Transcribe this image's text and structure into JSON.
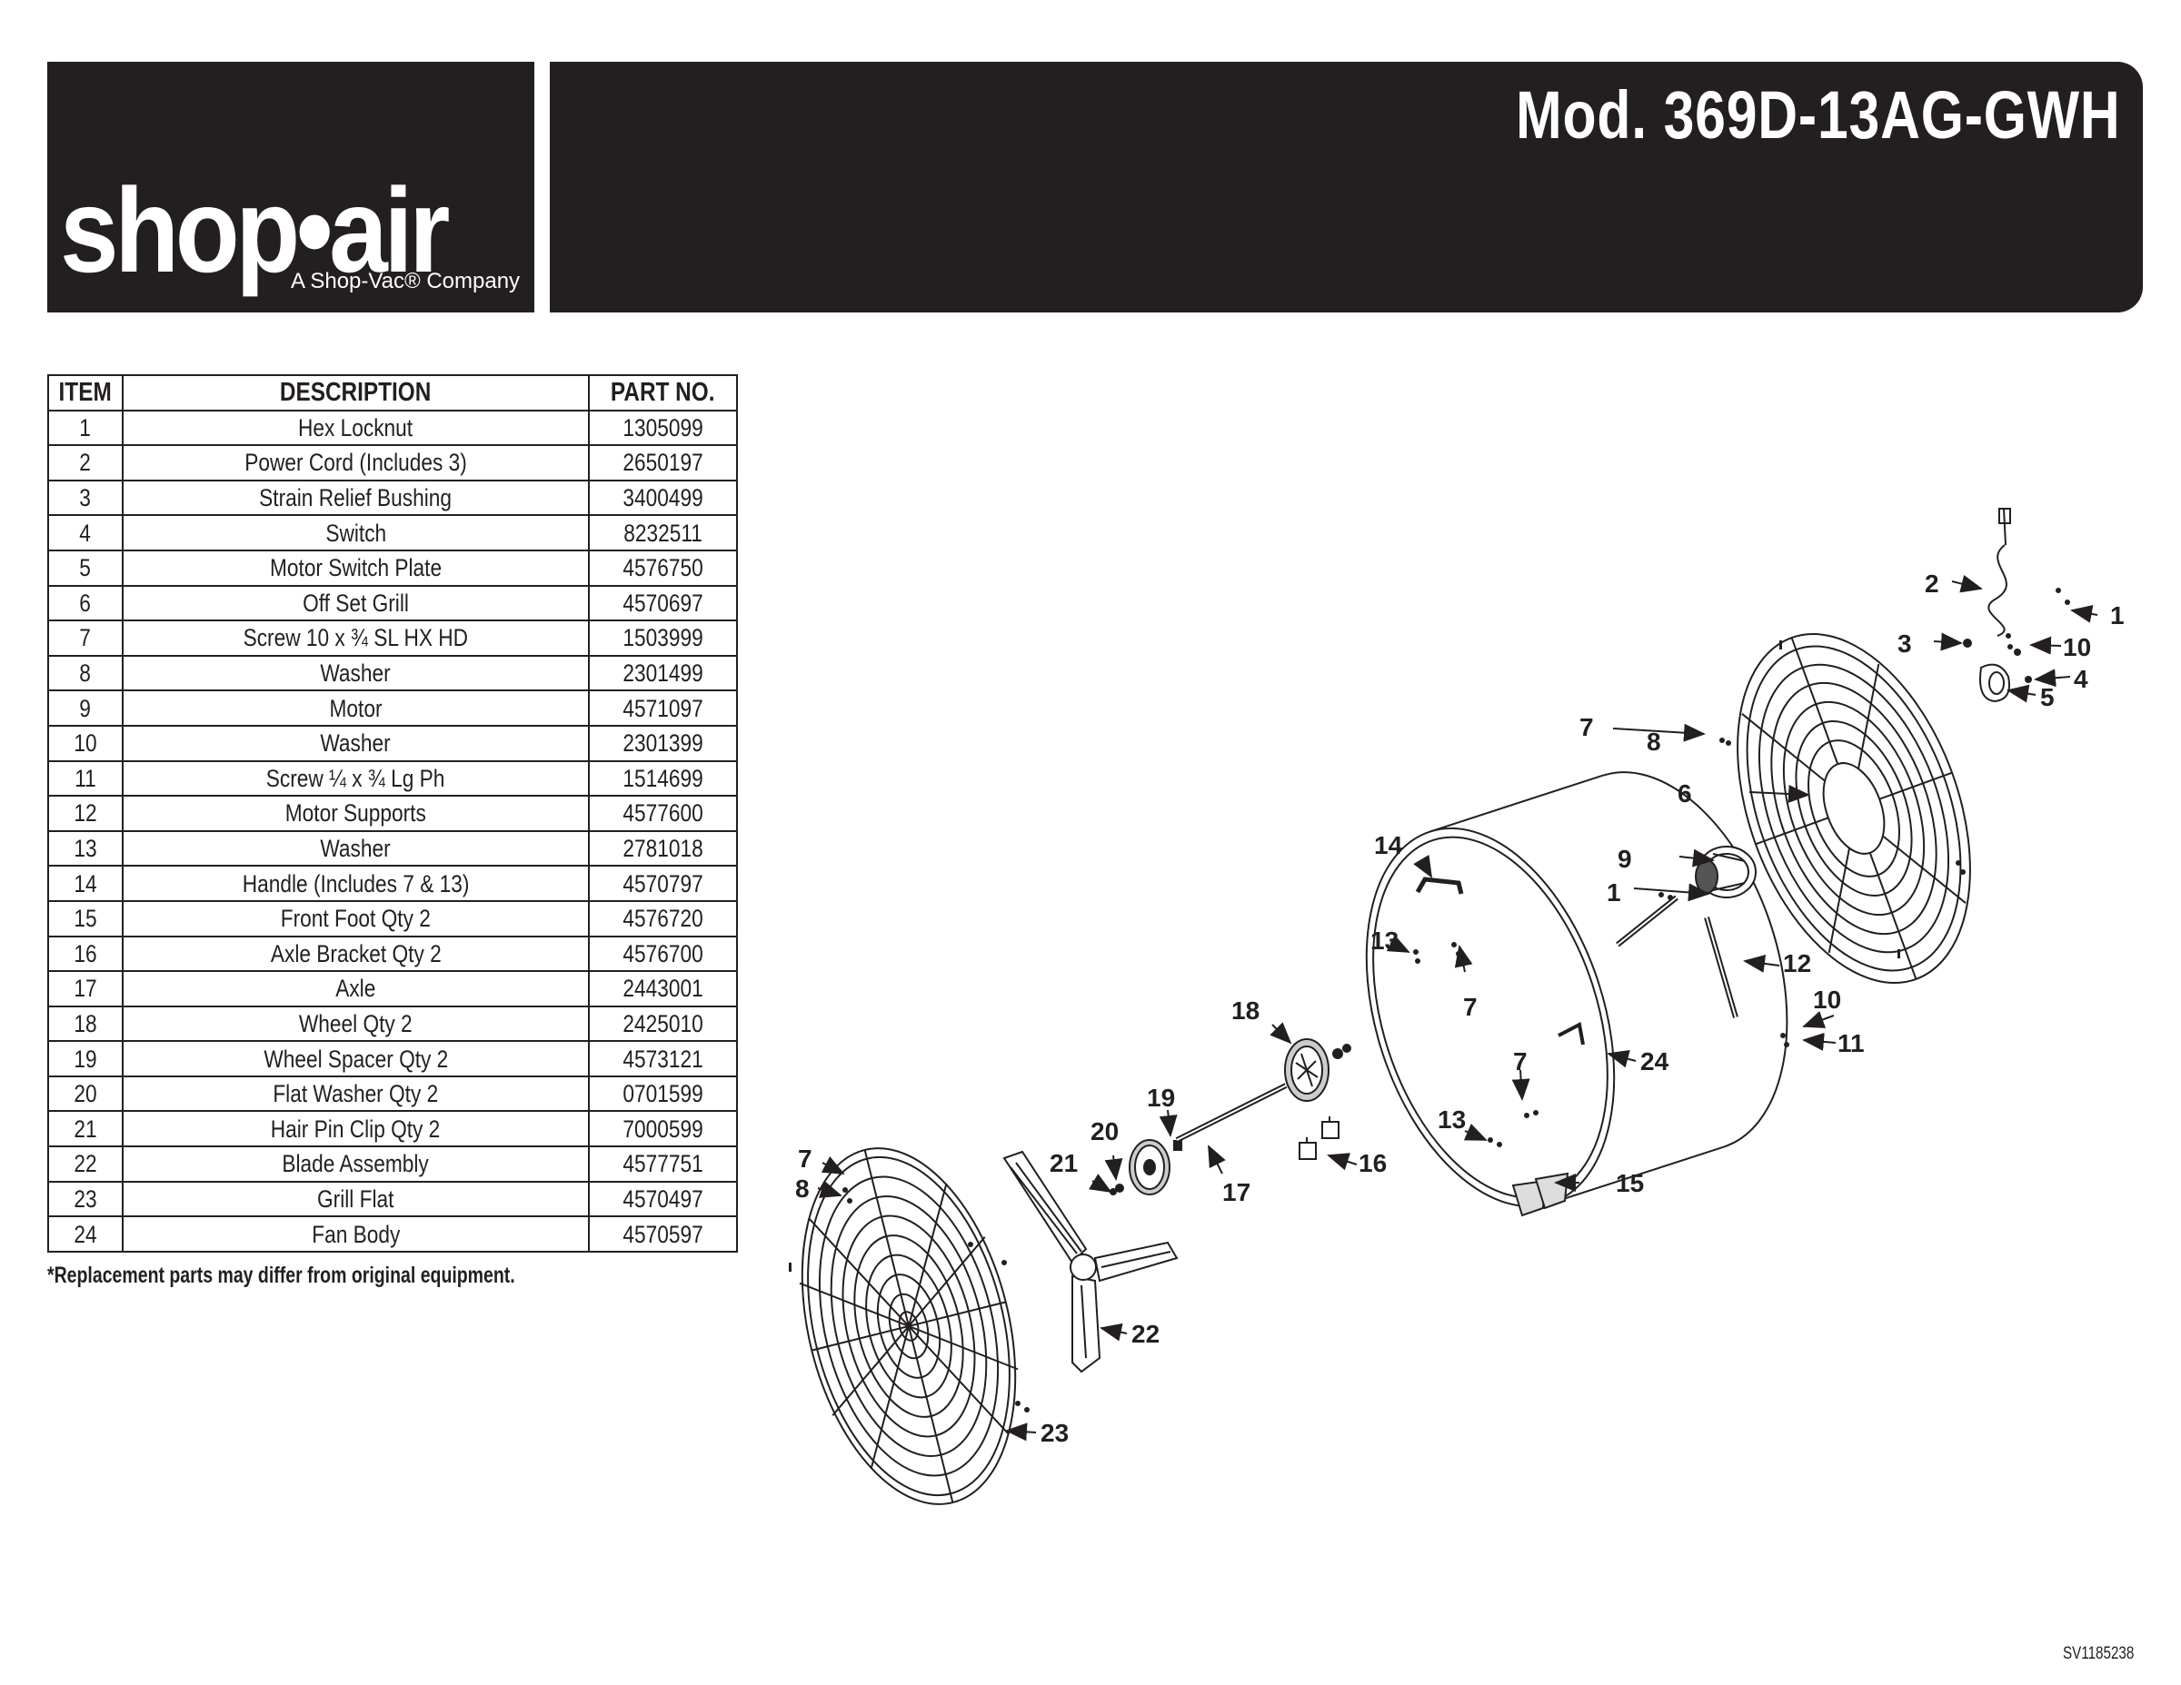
{
  "header": {
    "logo_text": "shop•air",
    "logo_registered": "®",
    "logo_subtitle": "A Shop-Vac® Company",
    "model": "Mod. 369D-13AG-GWH"
  },
  "table": {
    "headers": [
      "ITEM",
      "DESCRIPTION",
      "PART NO."
    ],
    "rows": [
      [
        "1",
        "Hex Locknut",
        "1305099"
      ],
      [
        "2",
        "Power Cord (Includes 3)",
        "2650197"
      ],
      [
        "3",
        "Strain Relief Bushing",
        "3400499"
      ],
      [
        "4",
        "Switch",
        "8232511"
      ],
      [
        "5",
        "Motor Switch Plate",
        "4576750"
      ],
      [
        "6",
        "Off Set Grill",
        "4570697"
      ],
      [
        "7",
        "Screw 10 x ¾ SL HX HD",
        "1503999"
      ],
      [
        "8",
        "Washer",
        "2301499"
      ],
      [
        "9",
        "Motor",
        "4571097"
      ],
      [
        "10",
        "Washer",
        "2301399"
      ],
      [
        "11",
        "Screw ¼ x ¾ Lg Ph",
        "1514699"
      ],
      [
        "12",
        "Motor Supports",
        "4577600"
      ],
      [
        "13",
        "Washer",
        "2781018"
      ],
      [
        "14",
        "Handle (Includes 7 & 13)",
        "4570797"
      ],
      [
        "15",
        "Front Foot Qty 2",
        "4576720"
      ],
      [
        "16",
        "Axle Bracket Qty 2",
        "4576700"
      ],
      [
        "17",
        "Axle",
        "2443001"
      ],
      [
        "18",
        "Wheel Qty 2",
        "2425010"
      ],
      [
        "19",
        "Wheel Spacer Qty 2",
        "4573121"
      ],
      [
        "20",
        "Flat Washer Qty 2",
        "0701599"
      ],
      [
        "21",
        "Hair Pin Clip Qty 2",
        "7000599"
      ],
      [
        "22",
        "Blade Assembly",
        "4577751"
      ],
      [
        "23",
        "Grill Flat",
        "4570497"
      ],
      [
        "24",
        "Fan Body",
        "4570597"
      ]
    ]
  },
  "footnote": "*Replacement parts may differ from original equipment.",
  "doc_number": "SV1185238",
  "diagram": {
    "labels": [
      "1",
      "2",
      "3",
      "4",
      "5",
      "6",
      "7",
      "8",
      "9",
      "10",
      "11",
      "12",
      "13",
      "14",
      "15",
      "16",
      "17",
      "18",
      "19",
      "20",
      "21",
      "22",
      "23",
      "24",
      "7",
      "8",
      "1",
      "10",
      "13",
      "7",
      "7",
      "13"
    ]
  },
  "colors": {
    "ink": "#231f20",
    "paper": "#ffffff"
  }
}
